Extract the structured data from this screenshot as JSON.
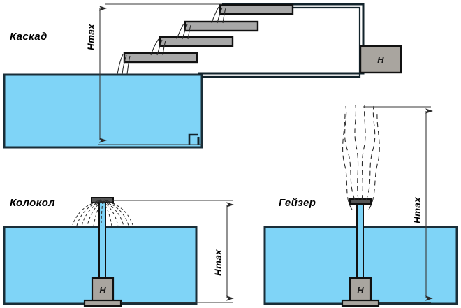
{
  "figure": {
    "title_cascade": "Каскад",
    "title_bell": "Колокол",
    "title_geyser": "Гейзер",
    "dimension_label": "Hmax",
    "pump_label": "H"
  },
  "colors": {
    "water": "#7FD4F7",
    "water_edge": "#1a2e38",
    "step_fill": "#A8A8A8",
    "step_stroke": "#111111",
    "pump_fill": "#A9A59F",
    "pump_stroke": "#111111",
    "pipe_stroke": "#12232b",
    "spray_stroke": "#2b2b2b",
    "dimension_stroke": "#3a3a3a",
    "background": "#FFFFFF"
  },
  "sections": {
    "cascade": {
      "name": "Каскад",
      "dimension": "Hmax",
      "pump": "H",
      "step_count": 4
    },
    "bell": {
      "name": "Колокол",
      "dimension": "Hmax",
      "pump": "H"
    },
    "geyser": {
      "name": "Гейзер",
      "dimension": "Hmax",
      "pump": "H"
    }
  }
}
